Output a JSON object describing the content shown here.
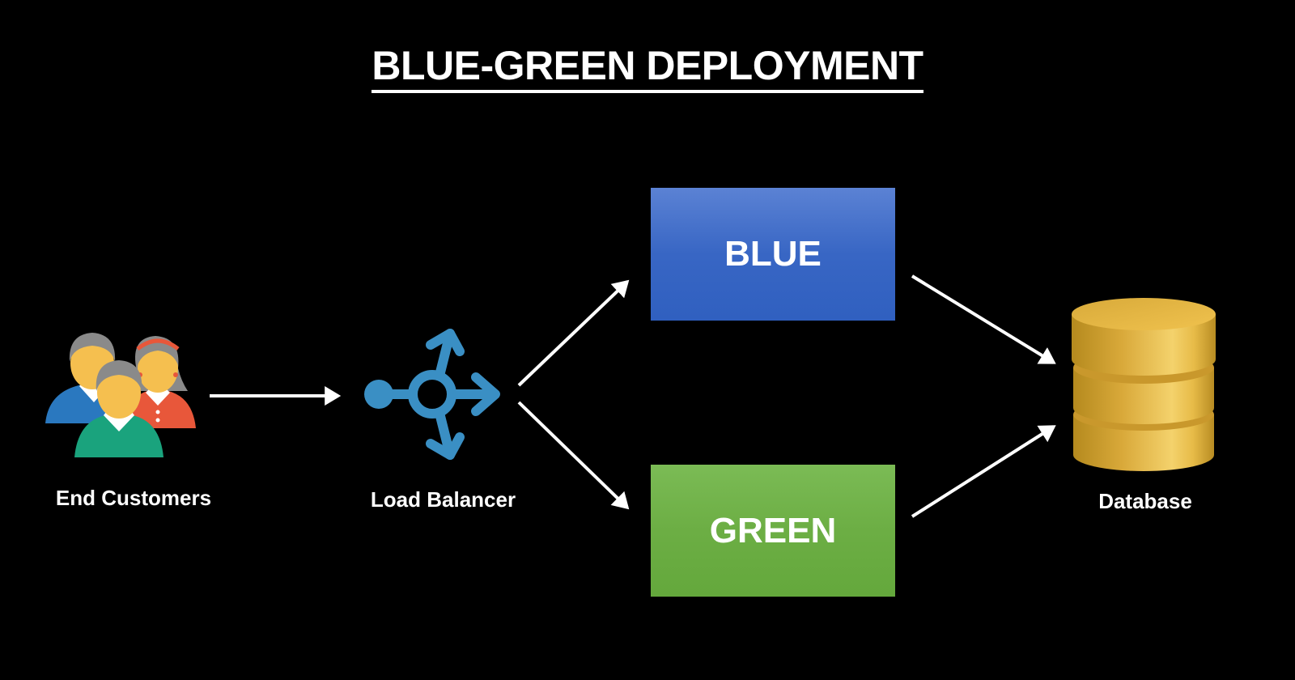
{
  "title": "BLUE-GREEN DEPLOYMENT",
  "nodes": {
    "customers": {
      "label": "End Customers",
      "icon": "users-group-icon"
    },
    "load_balancer": {
      "label": "Load Balancer",
      "icon": "load-balancer-icon"
    },
    "blue": {
      "label": "BLUE",
      "color": "#3866c4"
    },
    "green": {
      "label": "GREEN",
      "color": "#6cae44"
    },
    "database": {
      "label": "Database",
      "icon": "database-icon"
    }
  },
  "edges": [
    {
      "from": "customers",
      "to": "load_balancer"
    },
    {
      "from": "load_balancer",
      "to": "blue"
    },
    {
      "from": "load_balancer",
      "to": "green"
    },
    {
      "from": "blue",
      "to": "database"
    },
    {
      "from": "green",
      "to": "database"
    }
  ],
  "colors": {
    "background": "#000000",
    "load_balancer": "#3a8fc4",
    "database": "#e0b040"
  }
}
